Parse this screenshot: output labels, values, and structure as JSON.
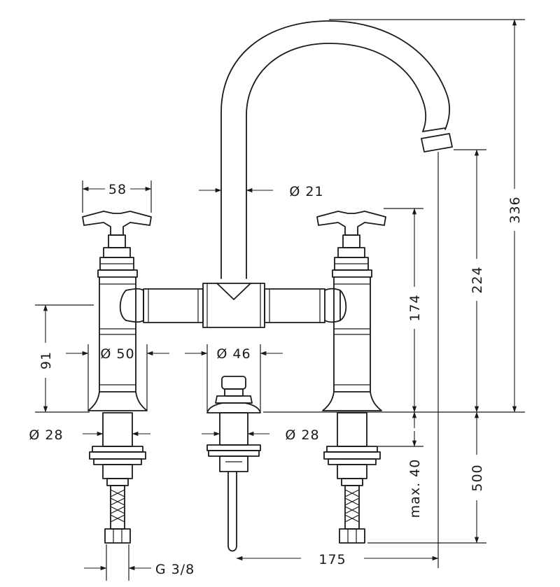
{
  "dimensions": {
    "d_58": "58",
    "d_21": "Ø 21",
    "d_336": "336",
    "d_224": "224",
    "d_174": "174",
    "d_91": "91",
    "d_50": "Ø 50",
    "d_46": "Ø 46",
    "d_28_left": "Ø 28",
    "d_28_right": "Ø 28",
    "d_max40": "max. 40",
    "d_500": "500",
    "d_g38": "G 3/8",
    "d_175": "175"
  }
}
